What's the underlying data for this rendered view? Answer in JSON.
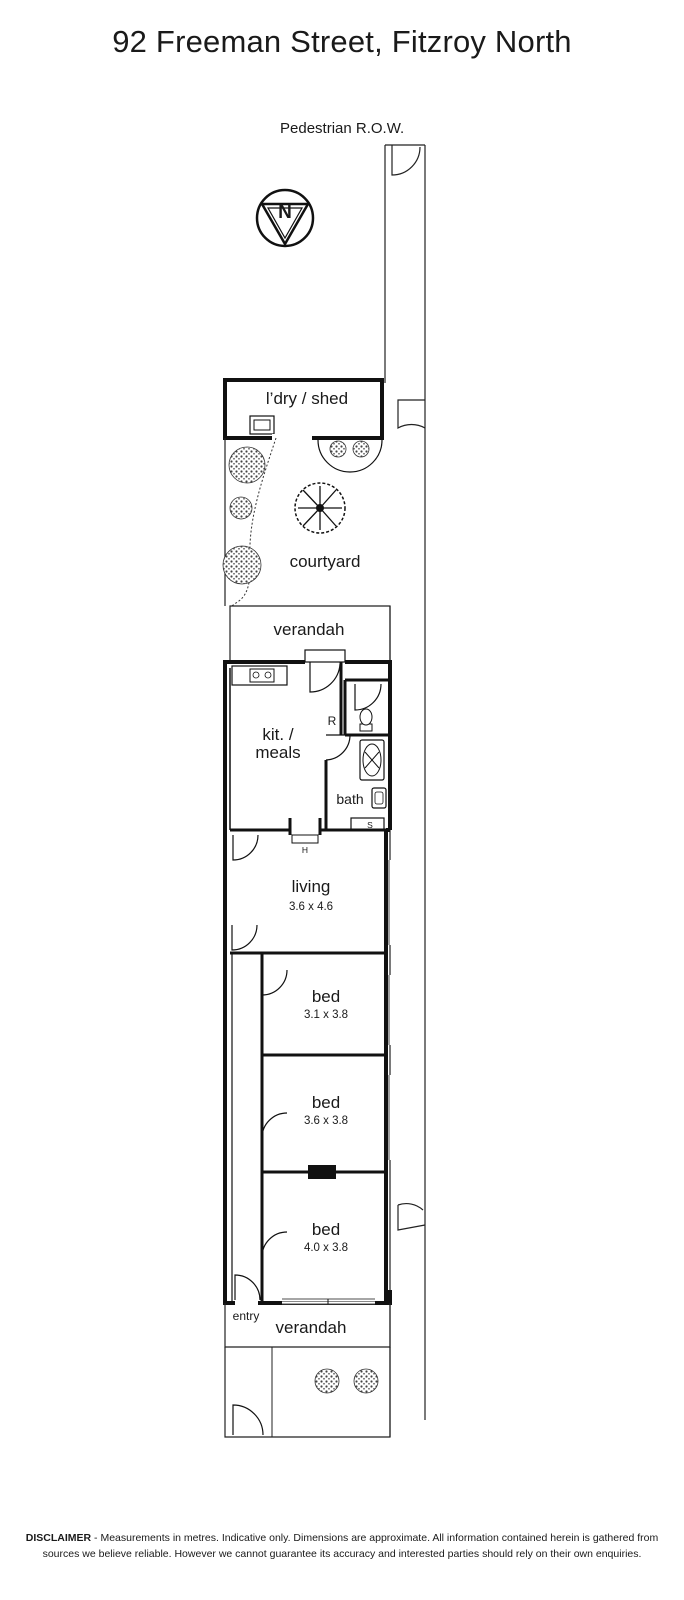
{
  "title": "92 Freeman Street, Fitzroy North",
  "row_label": "Pedestrian R.O.W.",
  "compass": {
    "letter": "N"
  },
  "rooms": {
    "laundry": {
      "name": "l’dry / shed"
    },
    "courtyard": {
      "name": "courtyard"
    },
    "verandah_rear": {
      "name": "verandah"
    },
    "kitchen": {
      "name_line1": "kit. /",
      "name_line2": "meals"
    },
    "bath": {
      "name": "bath"
    },
    "living": {
      "name": "living",
      "dims": "3.6 x 4.6"
    },
    "bed1": {
      "name": "bed",
      "dims": "3.1 x 3.8"
    },
    "bed2": {
      "name": "bed",
      "dims": "3.6 x 3.8"
    },
    "bed3": {
      "name": "bed",
      "dims": "4.0 x 3.8"
    },
    "entry": {
      "name": "entry"
    },
    "verandah_front": {
      "name": "verandah"
    }
  },
  "markers": {
    "refrigerator": "R",
    "heater": "H",
    "shower": "S"
  },
  "disclaimer": {
    "heading": "DISCLAIMER",
    "text": " - Measurements in metres. Indicative only. Dimensions are approximate. All information contained herein is gathered from sources we believe reliable. However we cannot guarantee its accuracy and interested parties should rely on their own enquiries."
  }
}
